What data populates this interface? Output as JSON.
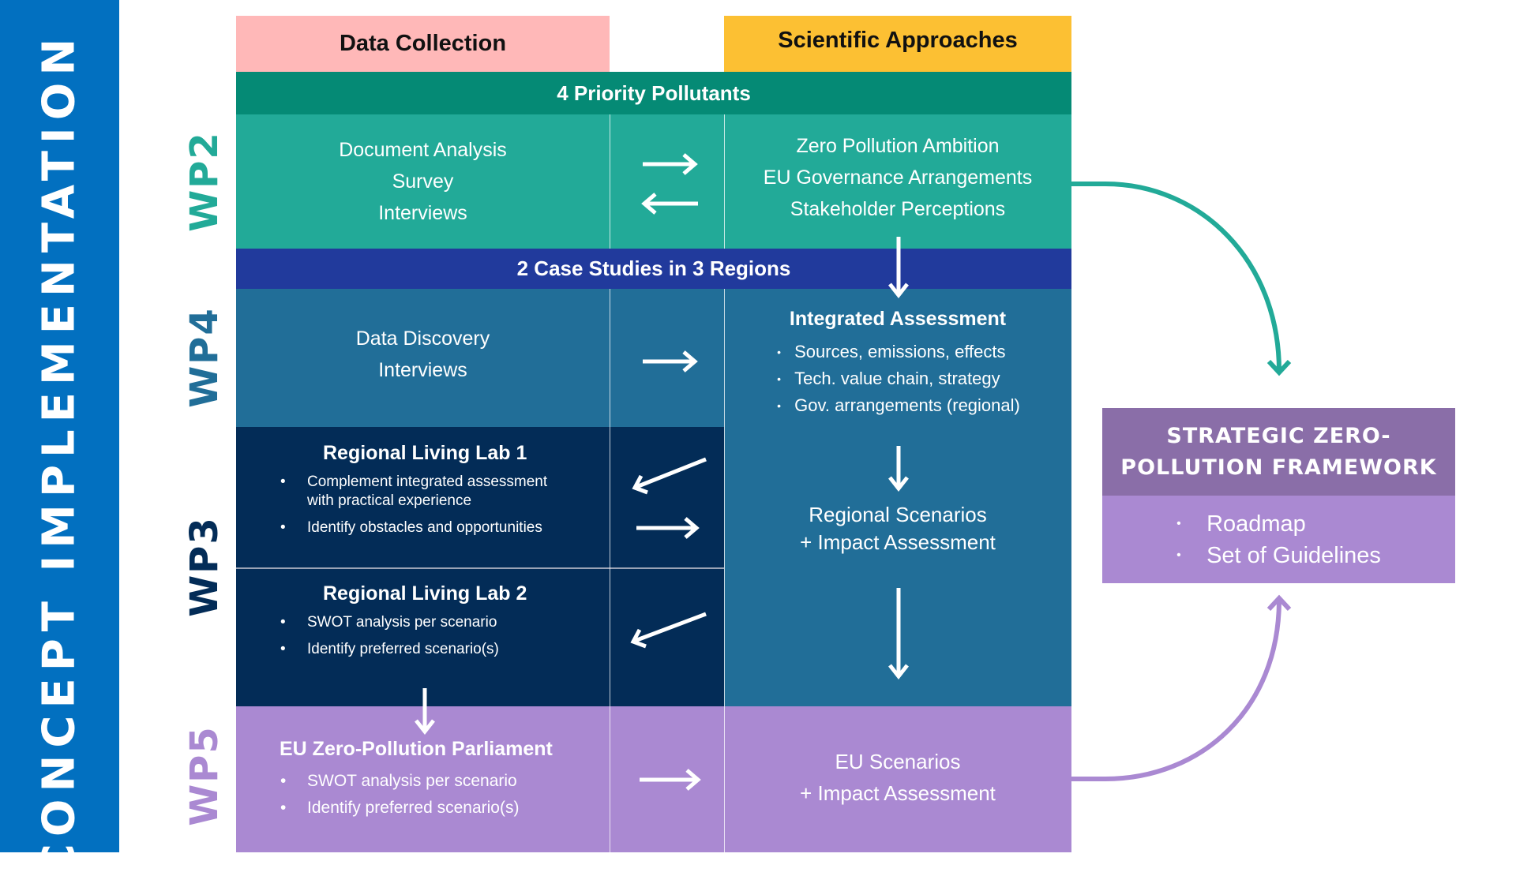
{
  "sidebar": {
    "title": "CONCEPT IMPLEMENTATION"
  },
  "columns": {
    "left_header": "Data Collection",
    "right_header": "Scientific Approaches"
  },
  "colors": {
    "sidebar": "#0270C0",
    "data_collection": "#FFB8B8",
    "scientific_approaches": "#FCC033",
    "priority_band": "#058A75",
    "wp2": "#22AA98",
    "case_band": "#213A9C",
    "wp4": "#216E98",
    "wp3": "#032C57",
    "wp5": "#AA89D2",
    "framework_header": "#8A6EA8"
  },
  "bands": {
    "priority": "4 Priority Pollutants",
    "case_studies": "2 Case Studies in 3 Regions"
  },
  "work_packages": {
    "wp2": {
      "label": "WP2",
      "data_collection": [
        "Document Analysis",
        "Survey",
        "Interviews"
      ],
      "arrows": [
        "arrow-right",
        "arrow-left"
      ],
      "scientific": [
        "Zero Pollution Ambition",
        "EU Governance Arrangements",
        "Stakeholder Perceptions"
      ]
    },
    "wp4": {
      "label": "WP4",
      "data_collection": [
        "Data Discovery",
        "Interviews"
      ],
      "arrows": [
        "arrow-right"
      ],
      "scientific_title": "Integrated Assessment",
      "scientific_bullets": [
        "Sources, emissions, effects",
        "Tech. value chain, strategy",
        "Gov. arrangements (regional)"
      ]
    },
    "wp3": {
      "label": "WP3",
      "lab1": {
        "title": "Regional Living Lab 1",
        "bullets": [
          "Complement integrated assessment with practical experience",
          "Identify obstacles and opportunities"
        ]
      },
      "lab2": {
        "title": "Regional Living Lab 2",
        "bullets": [
          "SWOT analysis per scenario",
          "Identify preferred scenario(s)"
        ]
      },
      "scientific": [
        "Regional Scenarios",
        "+ Impact Assessment"
      ]
    },
    "wp5": {
      "label": "WP5",
      "title": "EU Zero-Pollution Parliament",
      "bullets": [
        "SWOT analysis per scenario",
        "Identify preferred scenario(s)"
      ],
      "scientific": [
        "EU Scenarios",
        "+ Impact Assessment"
      ]
    }
  },
  "framework": {
    "title_line1": "STRATEGIC ZERO-",
    "title_line2": "POLLUTION FRAMEWORK",
    "items": [
      "Roadmap",
      "Set of Guidelines"
    ]
  }
}
